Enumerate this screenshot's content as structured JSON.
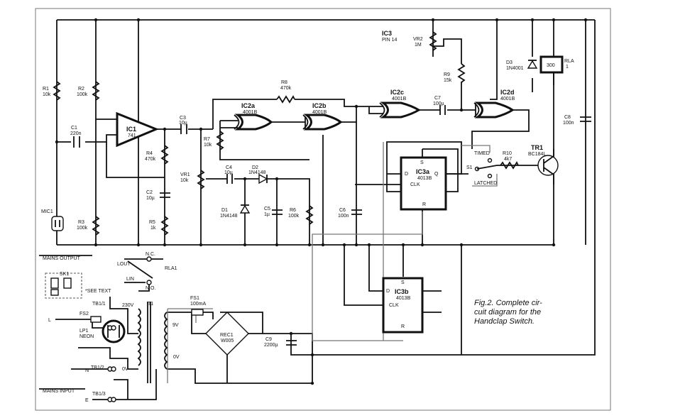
{
  "caption": {
    "line1": "Fig.2. Complete cir-",
    "line2": "cuit diagram for the",
    "line3": "Handclap Switch."
  },
  "components": [
    {
      "id": "ic3-pin",
      "text": "IC3"
    },
    {
      "id": "ic3-pin14",
      "text": "PIN 14"
    },
    {
      "id": "vr2",
      "text": "VR2"
    },
    {
      "id": "vr2-val",
      "text": "1M"
    },
    {
      "id": "r9",
      "text": "R9"
    },
    {
      "id": "r9-val",
      "text": "15k"
    },
    {
      "id": "d3",
      "text": "D3"
    },
    {
      "id": "d3-val",
      "text": "1N4001"
    },
    {
      "id": "rla",
      "text": "RLA"
    },
    {
      "id": "rla-num",
      "text": "1"
    },
    {
      "id": "rla-coil",
      "text": "300"
    },
    {
      "id": "r1",
      "text": "R1"
    },
    {
      "id": "r1-val",
      "text": "10k"
    },
    {
      "id": "r2",
      "text": "R2"
    },
    {
      "id": "r2-val",
      "text": "100k"
    },
    {
      "id": "r3",
      "text": "R3"
    },
    {
      "id": "r3-val",
      "text": "100k"
    },
    {
      "id": "c1",
      "text": "C1"
    },
    {
      "id": "c1-val",
      "text": "220n"
    },
    {
      "id": "ic1",
      "text": "IC1"
    },
    {
      "id": "ic1-val",
      "text": "741"
    },
    {
      "id": "c3",
      "text": "C3"
    },
    {
      "id": "c3-val",
      "text": "10µ"
    },
    {
      "id": "r4",
      "text": "R4"
    },
    {
      "id": "r4-val",
      "text": "470k"
    },
    {
      "id": "c2",
      "text": "C2"
    },
    {
      "id": "c2-val",
      "text": "10µ"
    },
    {
      "id": "r5",
      "text": "R5"
    },
    {
      "id": "r5-val",
      "text": "1k"
    },
    {
      "id": "vr1",
      "text": "VR1"
    },
    {
      "id": "vr1-val",
      "text": "10k"
    },
    {
      "id": "r7",
      "text": "R7"
    },
    {
      "id": "r7-val",
      "text": "10k"
    },
    {
      "id": "r8",
      "text": "R8"
    },
    {
      "id": "r8-val",
      "text": "470k"
    },
    {
      "id": "ic2a",
      "text": "IC2a"
    },
    {
      "id": "ic2a-val",
      "text": "4001B"
    },
    {
      "id": "ic2b",
      "text": "IC2b"
    },
    {
      "id": "ic2b-val",
      "text": "4001B"
    },
    {
      "id": "ic2c",
      "text": "IC2c"
    },
    {
      "id": "ic2c-val",
      "text": "4001B"
    },
    {
      "id": "ic2d",
      "text": "IC2d"
    },
    {
      "id": "ic2d-val",
      "text": "4001B"
    },
    {
      "id": "c7",
      "text": "C7"
    },
    {
      "id": "c7-val",
      "text": "100µ"
    },
    {
      "id": "c8",
      "text": "C8"
    },
    {
      "id": "c8-val",
      "text": "100n"
    },
    {
      "id": "c4",
      "text": "C4"
    },
    {
      "id": "c4-val",
      "text": "10µ"
    },
    {
      "id": "d2",
      "text": "D2"
    },
    {
      "id": "d2-val",
      "text": "1N4148"
    },
    {
      "id": "d1",
      "text": "D1"
    },
    {
      "id": "d1-val",
      "text": "1N4148"
    },
    {
      "id": "c5",
      "text": "C5"
    },
    {
      "id": "c5-val",
      "text": "1µ"
    },
    {
      "id": "r6",
      "text": "R6"
    },
    {
      "id": "r6-val",
      "text": "100k"
    },
    {
      "id": "c6",
      "text": "C6"
    },
    {
      "id": "c6-val",
      "text": "100n"
    },
    {
      "id": "ic3a",
      "text": "IC3a"
    },
    {
      "id": "ic3a-val",
      "text": "4013B"
    },
    {
      "id": "ic3b",
      "text": "IC3b"
    },
    {
      "id": "ic3b-val",
      "text": "4013B"
    },
    {
      "id": "timed",
      "text": "TIMED"
    },
    {
      "id": "latched",
      "text": "LATCHED"
    },
    {
      "id": "s1",
      "text": "S1"
    },
    {
      "id": "r10",
      "text": "R10"
    },
    {
      "id": "r10-val",
      "text": "4k7"
    },
    {
      "id": "tr1",
      "text": "TR1"
    },
    {
      "id": "tr1-val",
      "text": "BC184L"
    },
    {
      "id": "mic1",
      "text": "MIC1"
    },
    {
      "id": "mains-output",
      "text": "MAINS OUTPUT"
    },
    {
      "id": "mains-input",
      "text": "MAINS INPUT"
    },
    {
      "id": "lout",
      "text": "LOUT"
    },
    {
      "id": "lin",
      "text": "LIN"
    },
    {
      "id": "nc",
      "text": "N.C."
    },
    {
      "id": "no",
      "text": "N.O."
    },
    {
      "id": "rla1",
      "text": "RLA1"
    },
    {
      "id": "sk1",
      "text": "SK1"
    },
    {
      "id": "see-text",
      "text": "*SEE TEXT"
    },
    {
      "id": "tb1-1",
      "text": "TB1/1"
    },
    {
      "id": "tb1-2",
      "text": "TB1/2"
    },
    {
      "id": "tb1-3",
      "text": "TB1/3"
    },
    {
      "id": "v230",
      "text": "230V"
    },
    {
      "id": "t1",
      "text": "T1"
    },
    {
      "id": "fs1",
      "text": "FS1"
    },
    {
      "id": "fs1-val",
      "text": "100mA"
    },
    {
      "id": "fs2",
      "text": "FS2"
    },
    {
      "id": "lp1",
      "text": "LP1"
    },
    {
      "id": "neon",
      "text": "NEON"
    },
    {
      "id": "v9",
      "text": "9V"
    },
    {
      "id": "v0",
      "text": "0V"
    },
    {
      "id": "v0b",
      "text": "0V"
    },
    {
      "id": "rec1",
      "text": "REC1"
    },
    {
      "id": "rec1-val",
      "text": "W005"
    },
    {
      "id": "c9",
      "text": "C9"
    },
    {
      "id": "c9-val",
      "text": "2200µ"
    },
    {
      "id": "line-l",
      "text": "L"
    },
    {
      "id": "line-n",
      "text": "N"
    },
    {
      "id": "line-e",
      "text": "E"
    },
    {
      "id": "pin-d",
      "text": "D"
    },
    {
      "id": "pin-clk",
      "text": "CLK"
    },
    {
      "id": "pin-q",
      "text": "Q"
    },
    {
      "id": "pin-s",
      "text": "S"
    },
    {
      "id": "pin-r",
      "text": "R"
    },
    {
      "id": "pin-d-b",
      "text": "D"
    },
    {
      "id": "pin-clk-b",
      "text": "CLK"
    },
    {
      "id": "pin-s-b",
      "text": "S"
    },
    {
      "id": "pin-r-b",
      "text": "R"
    }
  ]
}
